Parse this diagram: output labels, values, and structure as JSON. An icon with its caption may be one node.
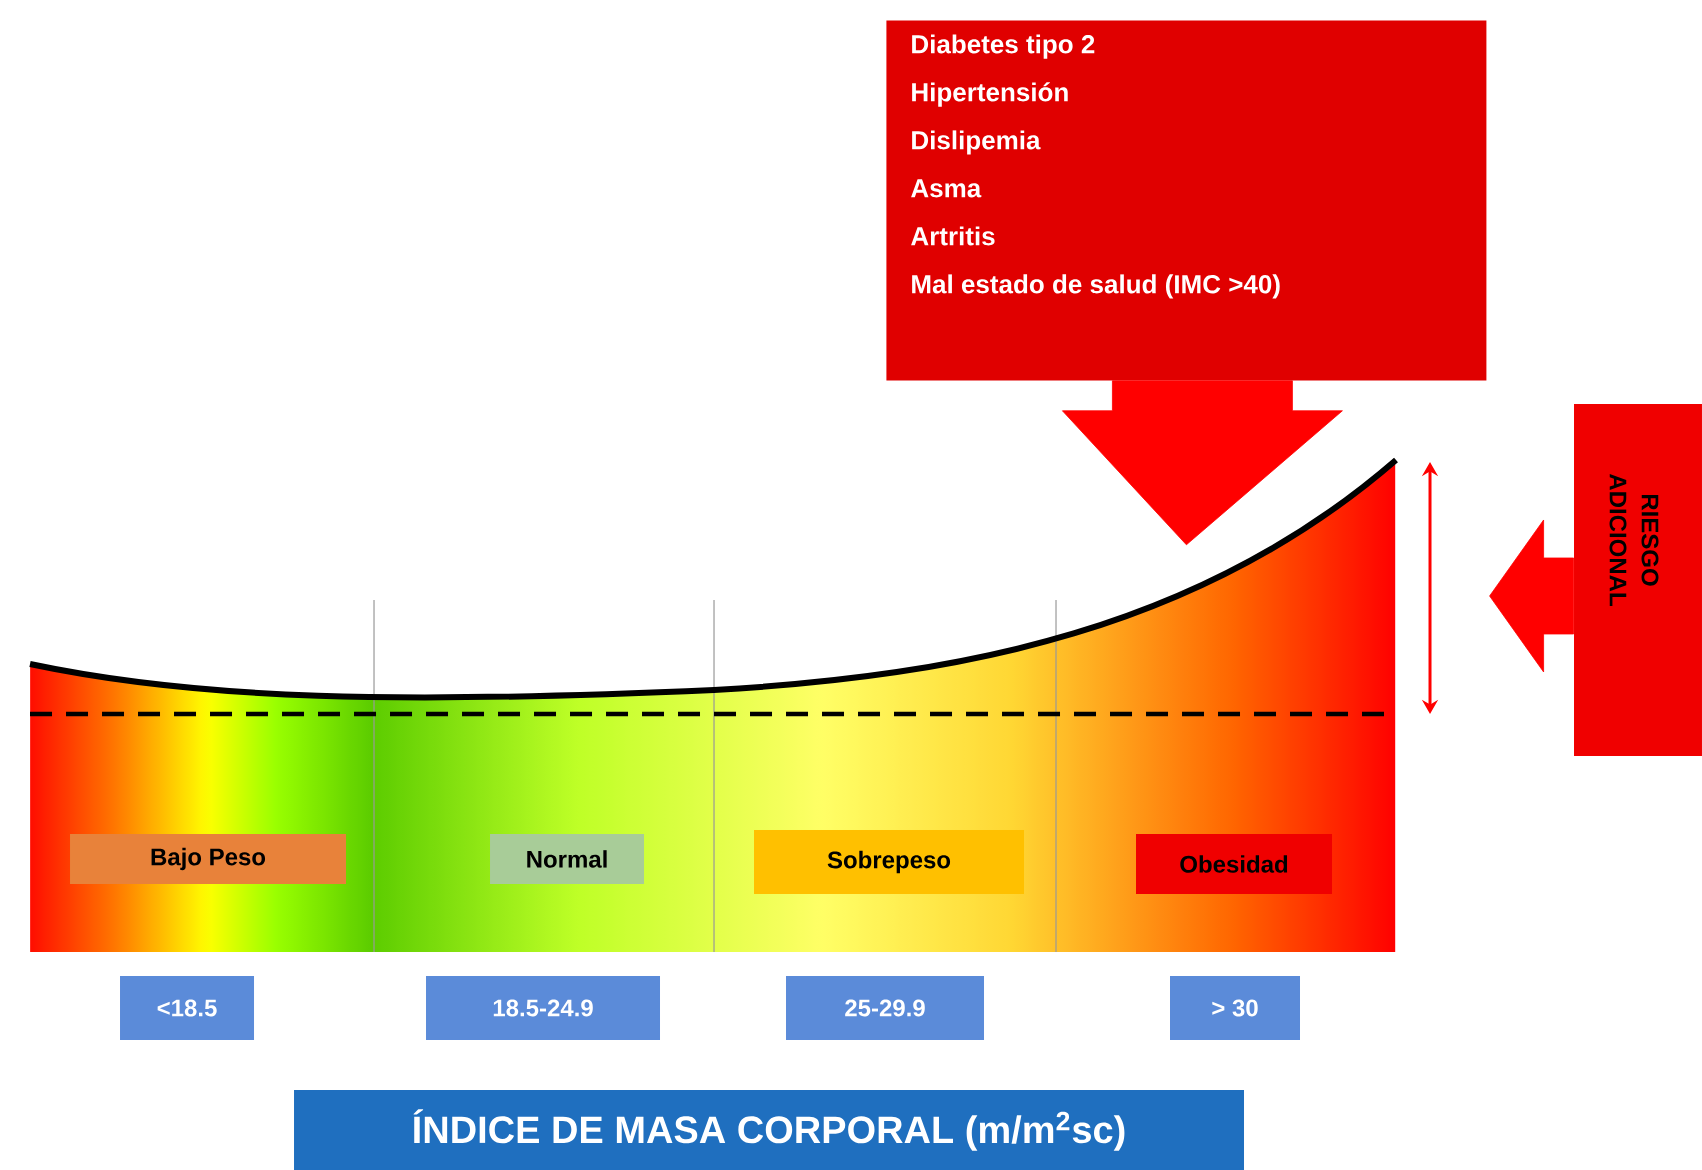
{
  "diagram": {
    "nodes": [
      {
        "text": [
          "Diabetes tipo 2",
          "Hipertensión",
          "Dislipemia",
          "Asma",
          "Artritis",
          "Mal estado de salud (IMC >40)"
        ]
      },
      {
        "text": [
          "RIESGO ADICIONAL"
        ]
      },
      {
        "text": [
          "Bajo Peso"
        ]
      },
      {
        "text": [
          "Normal"
        ]
      },
      {
        "text": [
          "Sobrepeso"
        ]
      },
      {
        "text": [
          "Obesidad"
        ]
      },
      {
        "text": [
          "<18.5"
        ]
      },
      {
        "text": [
          "18.5-24.9"
        ]
      },
      {
        "text": [
          "25-29.9"
        ]
      },
      {
        "text": [
          "> 30"
        ]
      },
      {
        "text": [
          "ÍNDICE DE MASA CORPORAL (m/m$^{2}$sc)"
        ]
      }
    ],
    "edges": [
      {
        "from": 0,
        "to": null,
        "arrow": "to",
        "style": "thick"
      },
      {
        "from": 1,
        "to": null,
        "arrow": "to",
        "style": "thick"
      }
    ]
  }
}
